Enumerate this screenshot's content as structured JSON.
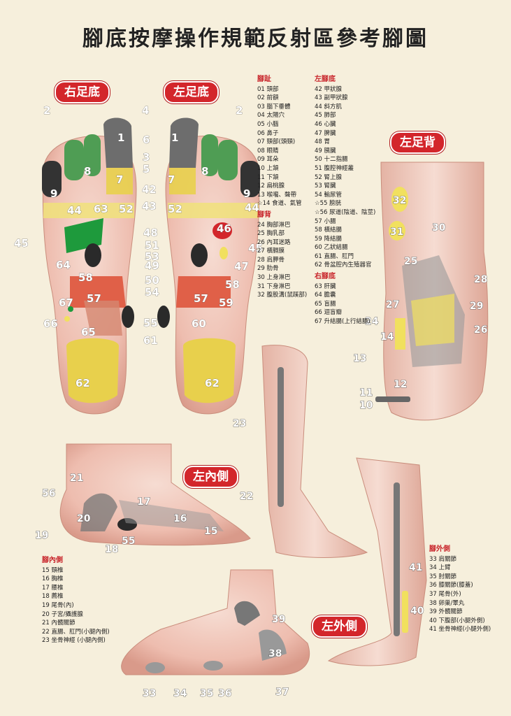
{
  "title": "腳底按摩操作規範反射區參考腳圖",
  "badges": {
    "right_sole": "右足底",
    "left_sole": "左足底",
    "left_top": "左足背",
    "left_inner": "左內側",
    "left_outer": "左外側"
  },
  "legend": {
    "toes": {
      "heading": "腳趾",
      "items": [
        "01 頭部",
        "02 前額",
        "03 腦下垂體",
        "04 太陽穴",
        "05 小腦",
        "06 鼻子",
        "07 頸部(頭頸)",
        "08 眼睛",
        "09 耳朵",
        "10 上頷",
        "11 下頷",
        "12 扁桃腺",
        "13 喉嚨、聲帶",
        "☆14 食道、氣管"
      ]
    },
    "instep": {
      "heading": "腳背",
      "items": [
        "24 胸部淋巴",
        "25 胸乳部",
        "26 內耳迷路",
        "27 橫膈膜",
        "28 肩胛骨",
        "29 肋骨",
        "30 上身淋巴",
        "31 下身淋巴",
        "32 腹股溝(鼠蹊部)"
      ]
    },
    "left_sole": {
      "heading": "左腳底",
      "items": [
        "42 甲狀腺",
        "43 副甲狀腺",
        "44 斜方肌",
        "45 肺部",
        "46 心臟",
        "47 脾臟",
        "48 胃",
        "49 胰臟",
        "50 十二指腸",
        "51 腹腔神經叢",
        "52 腎上腺",
        "53 腎臟",
        "54 輸尿管",
        "☆55 膀胱",
        "☆56 尿道(陰道、陰莖)",
        "57 小腸",
        "58 橫結腸",
        "59 降結腸",
        "60 乙狀結腸",
        "61 直腸、肛門",
        "62 骨盆腔內生殖器官"
      ]
    },
    "right_sole": {
      "heading": "右腳底",
      "items": [
        "63 肝臟",
        "64 膽囊",
        "65 盲腸",
        "66 迴盲瓣",
        "67 升結腸(上行結腸)"
      ]
    },
    "inner": {
      "heading": "腳內側",
      "items": [
        "15 頸椎",
        "16 胸椎",
        "17 腰椎",
        "18 薦椎",
        "19 尾骨(內)",
        "20 子宮/攝護腺",
        "21 內髖關節",
        "22 直腸、肛門(小腿內側)",
        "23 坐骨神經 (小腿內側)"
      ]
    },
    "outer": {
      "heading": "腳外側",
      "items": [
        "33 肩關節",
        "34 上臂",
        "35 肘關節",
        "36 膝關節(膝蓋)",
        "37 尾骨(外)",
        "38 卵巢/睪丸",
        "39 外髖關節",
        "40 下腹部(小腿外側)",
        "41 坐骨神經(小腿外側)"
      ]
    }
  },
  "labels": {
    "sole": [
      "2",
      "4",
      "2",
      "1",
      "6",
      "1",
      "3",
      "8",
      "5",
      "8",
      "7",
      "7",
      "9",
      "42",
      "9",
      "43",
      "44",
      "63",
      "52",
      "52",
      "44",
      "48",
      "46",
      "45",
      "51",
      "45",
      "64",
      "53",
      "47",
      "49",
      "58",
      "50",
      "58",
      "54",
      "67",
      "57",
      "57",
      "59",
      "55",
      "66",
      "65",
      "60",
      "61",
      "62",
      "62"
    ],
    "top": [
      "32",
      "31",
      "30",
      "25",
      "28",
      "27",
      "29",
      "24",
      "14",
      "26",
      "13",
      "12",
      "11",
      "10"
    ],
    "inner": [
      "21",
      "56",
      "17",
      "20",
      "16",
      "15",
      "19",
      "55",
      "18"
    ],
    "legs": [
      "23",
      "22",
      "41",
      "40"
    ],
    "outer": [
      "39",
      "38",
      "33",
      "34",
      "35",
      "36",
      "37"
    ]
  },
  "colors": {
    "badge": "#d3262b",
    "heading": "#c8242a",
    "skin": "#f0c8bb",
    "green": "#1e9a3c",
    "yellow": "#f1e05e",
    "gray": "#7e7e7e",
    "red_organ": "#e06048"
  }
}
